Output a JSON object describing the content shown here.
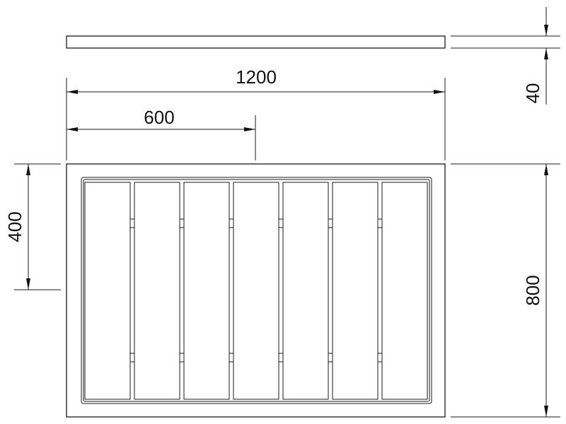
{
  "drawing": {
    "dimensions": {
      "overall_length": "1200",
      "half_length": "600",
      "thickness": "40",
      "half_width": "400",
      "overall_width": "800"
    },
    "slat_count": 7
  }
}
